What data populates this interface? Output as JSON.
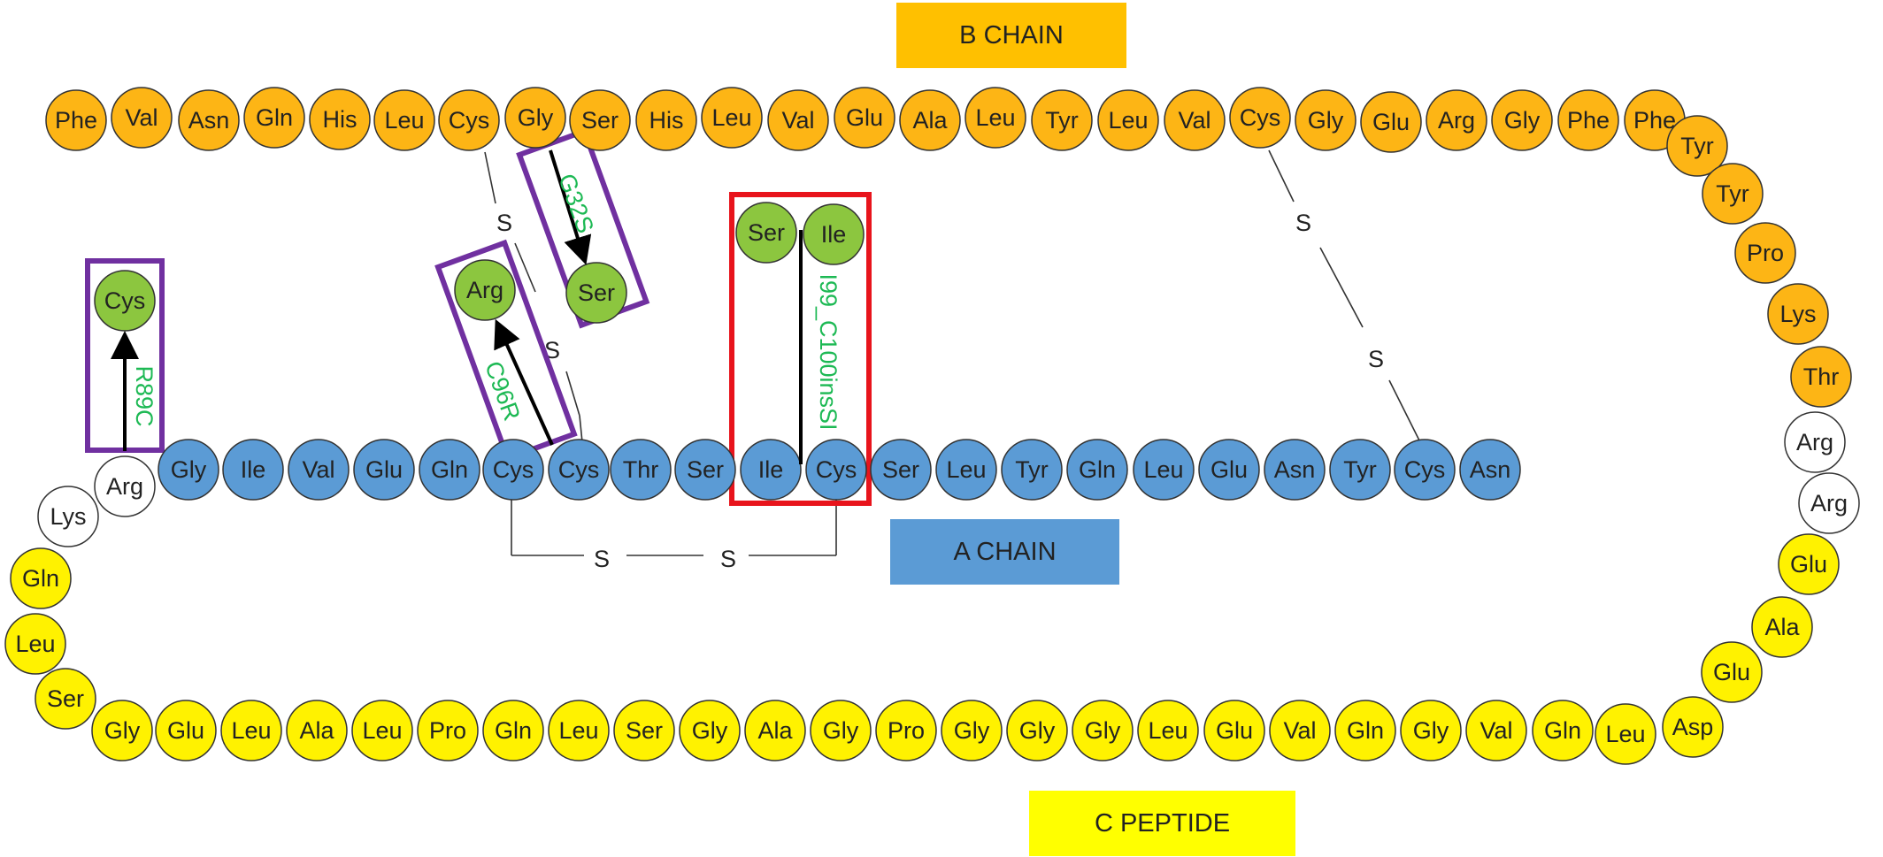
{
  "colors": {
    "b_chain": "#FDB515",
    "b_chain_label_bg": "#FFC000",
    "a_chain": "#5B9BD5",
    "c_peptide": "#FFF200",
    "c_peptide_label_bg": "#FFFF00",
    "cleavage": "#FFFFFF",
    "mutant_residue": "#8CC63F",
    "mutation_box": "#7030A0",
    "insertion_box": "#E8141C",
    "mutation_text": "#1DB954",
    "stroke": "#333333"
  },
  "labels": {
    "b_chain": "B CHAIN",
    "a_chain": "A CHAIN",
    "c_peptide": "C PEPTIDE"
  },
  "disulfide_label": "S",
  "b_chain": {
    "residues": [
      "Phe",
      "Val",
      "Asn",
      "Gln",
      "His",
      "Leu",
      "Cys",
      "Gly",
      "Ser",
      "His",
      "Leu",
      "Val",
      "Glu",
      "Ala",
      "Leu",
      "Tyr",
      "Leu",
      "Val",
      "Cys",
      "Gly",
      "Glu",
      "Arg",
      "Gly",
      "Phe",
      "Phe",
      "Tyr",
      "Tyr",
      "Pro",
      "Lys",
      "Thr"
    ]
  },
  "cleavage_right": {
    "residues": [
      "Arg",
      "Arg"
    ]
  },
  "c_peptide": {
    "residues": [
      "Glu",
      "Ala",
      "Glu",
      "Asp",
      "Leu",
      "Gln",
      "Val",
      "Gly",
      "Gln",
      "Val",
      "Glu",
      "Leu",
      "Gly",
      "Gly",
      "Gly",
      "Pro",
      "Gly",
      "Ala",
      "Gly",
      "Ser",
      "Leu",
      "Gln",
      "Pro",
      "Leu",
      "Ala",
      "Leu",
      "Glu",
      "Gly",
      "Ser",
      "Leu",
      "Gln"
    ]
  },
  "cleavage_left": {
    "residues": [
      "Lys",
      "Arg"
    ]
  },
  "a_chain": {
    "residues": [
      "Gly",
      "Ile",
      "Val",
      "Glu",
      "Gln",
      "Cys",
      "Cys",
      "Thr",
      "Ser",
      "Ile",
      "Cys",
      "Ser",
      "Leu",
      "Tyr",
      "Gln",
      "Leu",
      "Glu",
      "Asn",
      "Tyr",
      "Cys",
      "Asn"
    ]
  },
  "mutations": [
    {
      "name": "R89C",
      "residue": "Cys"
    },
    {
      "name": "C96R",
      "residue": "Arg"
    },
    {
      "name": "G32S",
      "residue": "Ser"
    },
    {
      "name": "I99_C100insSI",
      "residues": [
        "Ser",
        "Ile"
      ]
    }
  ]
}
